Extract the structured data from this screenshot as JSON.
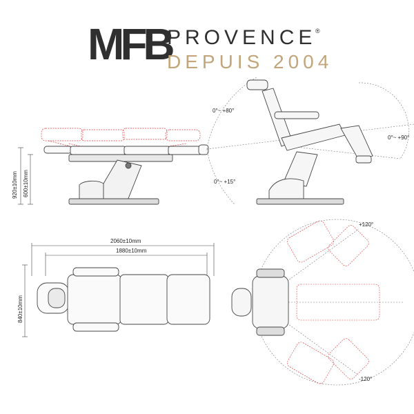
{
  "logo": {
    "brand": "MFB",
    "name": "PROVENCE",
    "registered": "®",
    "tagline": "DEPUIS 2004"
  },
  "side_view": {
    "height_total": "920±10mm",
    "height_seat": "600±10mm"
  },
  "articulation_view": {
    "back_angle": "0°~ +80°",
    "seat_tilt": "0°~ +15°",
    "leg_angle": "0°~ +90°"
  },
  "top_view": {
    "length_total": "2060±10mm",
    "length_bed": "1880±10mm",
    "width": "840±10mm"
  },
  "rotation_view": {
    "rotation_plus": "+120°",
    "rotation_minus": "-120°"
  },
  "colors": {
    "outline": "#444444",
    "dashed_red": "#e23a3a",
    "gold": "#c2a57a"
  }
}
